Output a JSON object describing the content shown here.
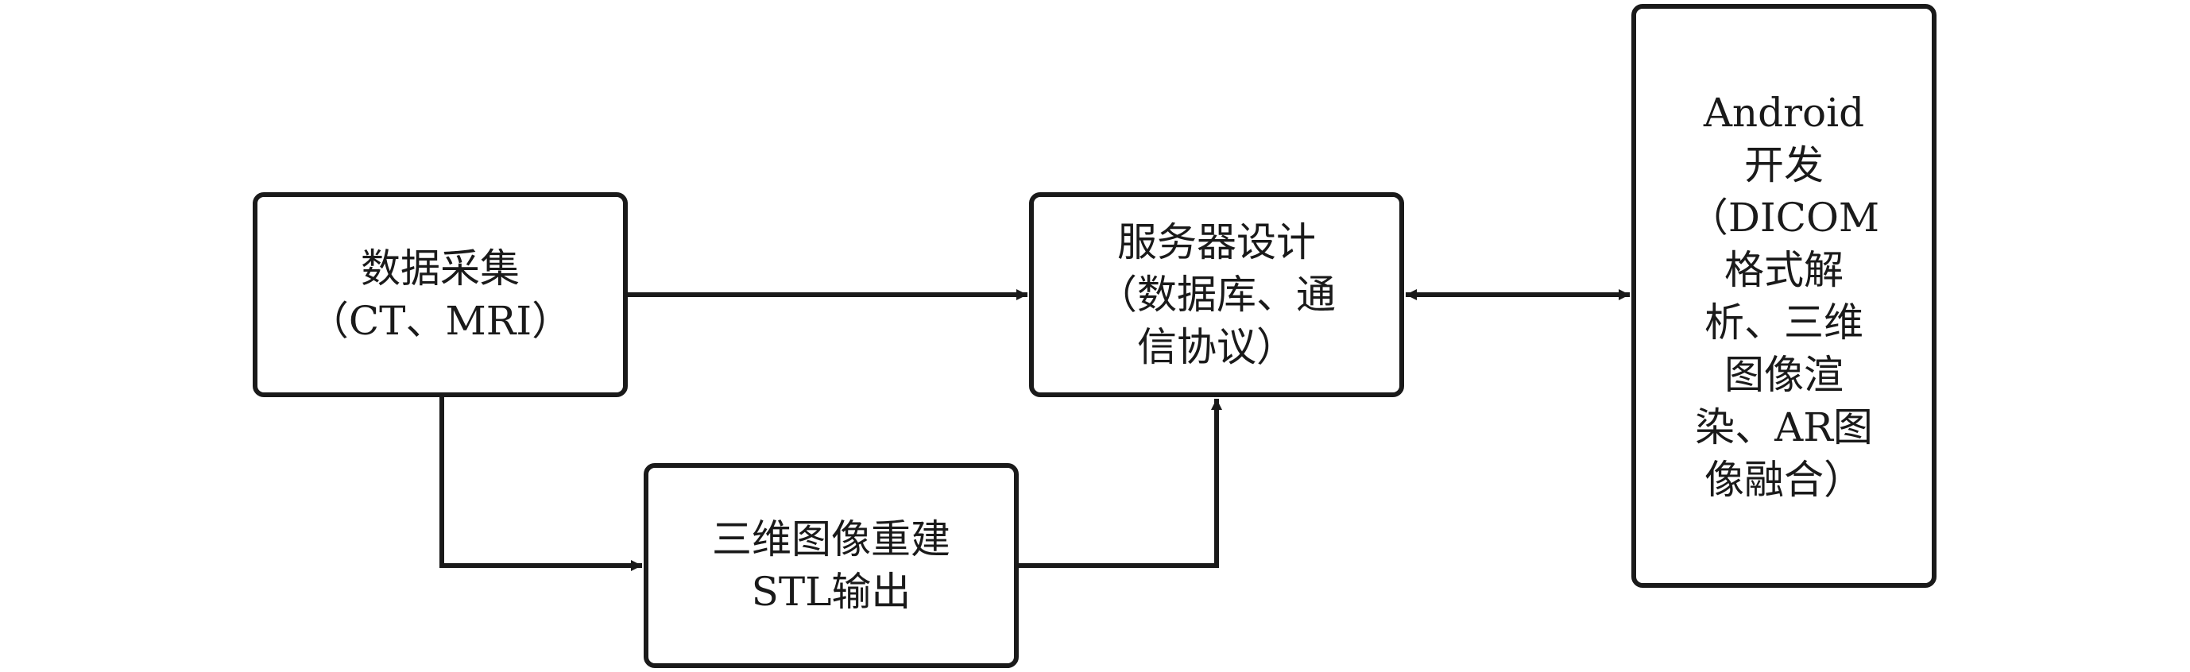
{
  "nodes": {
    "data_collection": {
      "label": "数据采集\n（CT、MRI）"
    },
    "server": {
      "label": "服务器设计\n（数据库、通\n信协议）"
    },
    "reconstruction": {
      "label": "三维图像重建\nSTL输出"
    },
    "android": {
      "label": "Android\n开发\n（DICOM\n格式解\n析、三维\n图像渲\n染、AR图\n像融合）"
    }
  },
  "connections": [
    {
      "from": "data_collection",
      "to": "server",
      "direction": "forward"
    },
    {
      "from": "data_collection",
      "to": "reconstruction",
      "direction": "forward"
    },
    {
      "from": "reconstruction",
      "to": "server",
      "direction": "forward"
    },
    {
      "from": "server",
      "to": "android",
      "direction": "bidirectional"
    }
  ],
  "colors": {
    "stroke": "#1a1a1a",
    "background": "#ffffff"
  }
}
